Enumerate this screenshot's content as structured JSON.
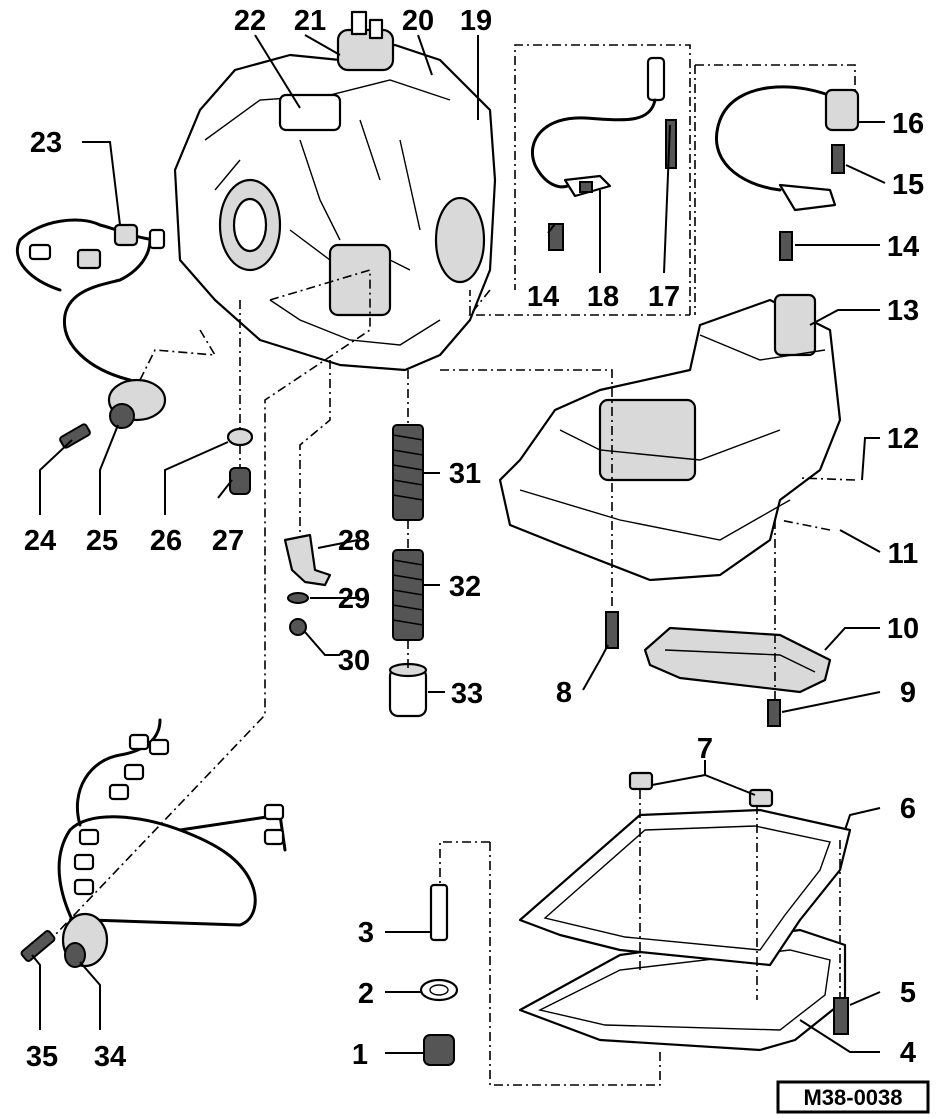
{
  "figure": {
    "reference_code": "M38-0038"
  },
  "callouts": [
    {
      "id": "c1",
      "label": "1"
    },
    {
      "id": "c2",
      "label": "2"
    },
    {
      "id": "c3",
      "label": "3"
    },
    {
      "id": "c4",
      "label": "4"
    },
    {
      "id": "c5",
      "label": "5"
    },
    {
      "id": "c6",
      "label": "6"
    },
    {
      "id": "c7",
      "label": "7"
    },
    {
      "id": "c8",
      "label": "8"
    },
    {
      "id": "c9",
      "label": "9"
    },
    {
      "id": "c10",
      "label": "10"
    },
    {
      "id": "c11",
      "label": "11"
    },
    {
      "id": "c12",
      "label": "12"
    },
    {
      "id": "c13",
      "label": "13"
    },
    {
      "id": "c14a",
      "label": "14"
    },
    {
      "id": "c14b",
      "label": "14"
    },
    {
      "id": "c15",
      "label": "15"
    },
    {
      "id": "c16",
      "label": "16"
    },
    {
      "id": "c17",
      "label": "17"
    },
    {
      "id": "c18",
      "label": "18"
    },
    {
      "id": "c19",
      "label": "19"
    },
    {
      "id": "c20",
      "label": "20"
    },
    {
      "id": "c21",
      "label": "21"
    },
    {
      "id": "c22",
      "label": "22"
    },
    {
      "id": "c23",
      "label": "23"
    },
    {
      "id": "c24",
      "label": "24"
    },
    {
      "id": "c25",
      "label": "25"
    },
    {
      "id": "c26",
      "label": "26"
    },
    {
      "id": "c27",
      "label": "27"
    },
    {
      "id": "c28",
      "label": "28"
    },
    {
      "id": "c29",
      "label": "29"
    },
    {
      "id": "c30",
      "label": "30"
    },
    {
      "id": "c31",
      "label": "31"
    },
    {
      "id": "c32",
      "label": "32"
    },
    {
      "id": "c33",
      "label": "33"
    },
    {
      "id": "c34",
      "label": "34"
    },
    {
      "id": "c35",
      "label": "35"
    }
  ]
}
